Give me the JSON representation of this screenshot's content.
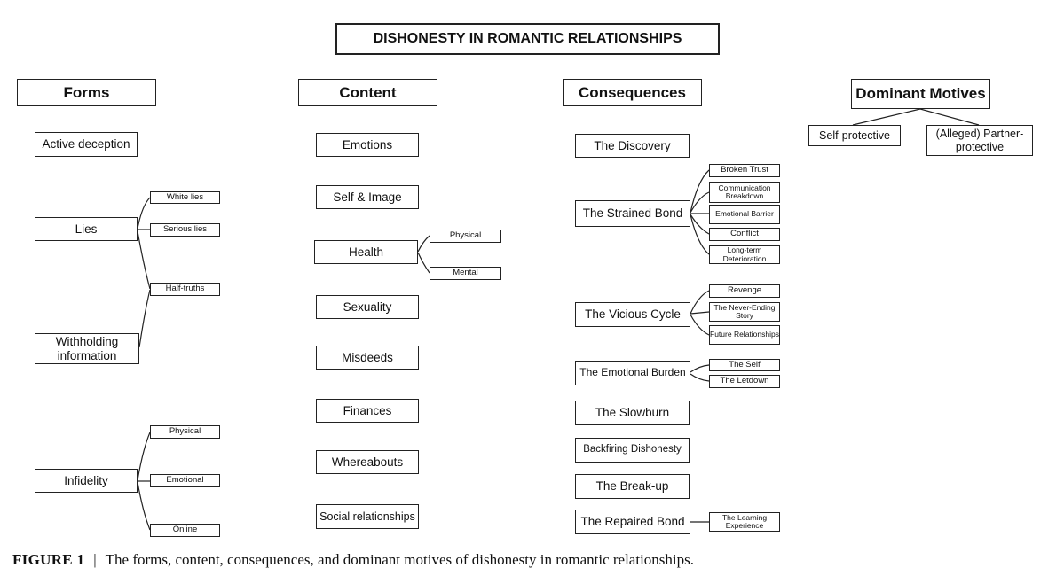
{
  "title": "DISHONESTY IN ROMANTIC RELATIONSHIPS",
  "columns": {
    "forms": "Forms",
    "content": "Content",
    "consequences": "Consequences",
    "motives": "Dominant Motives"
  },
  "forms": {
    "active_deception": "Active deception",
    "lies": "Lies",
    "withholding": "Withholding information",
    "infidelity": "Infidelity",
    "lies_subs": [
      "White lies",
      "Serious lies"
    ],
    "half_truths": "Half-truths",
    "infidelity_subs": [
      "Physical",
      "Emotional",
      "Online"
    ]
  },
  "content": {
    "items": [
      "Emotions",
      "Self & Image",
      "Health",
      "Sexuality",
      "Misdeeds",
      "Finances",
      "Whereabouts",
      "Social relationships"
    ],
    "health_subs": [
      "Physical",
      "Mental"
    ]
  },
  "consequences": {
    "discovery": "The Discovery",
    "strained_bond": "The Strained Bond",
    "strained_subs": [
      "Broken Trust",
      "Communication Breakdown",
      "Emotional Barrier",
      "Conflict",
      "Long-term Deterioration"
    ],
    "vicious_cycle": "The Vicious Cycle",
    "vicious_subs": [
      "Revenge",
      "The Never-Ending Story",
      "Future Relationships"
    ],
    "emotional_burden": "The Emotional Burden",
    "burden_subs": [
      "The Self",
      "The Letdown"
    ],
    "slowburn": "The Slowburn",
    "backfiring": "Backfiring Dishonesty",
    "breakup": "The Break-up",
    "repaired_bond": "The Repaired Bond",
    "repaired_subs": [
      "The Learning Experience"
    ]
  },
  "motives": {
    "self_protective": "Self-protective",
    "partner_protective": "(Alleged) Partner-protective"
  },
  "caption": {
    "label": "FIGURE 1",
    "separator": "|",
    "text": "The forms, content, consequences, and dominant motives of dishonesty in romantic relationships."
  }
}
